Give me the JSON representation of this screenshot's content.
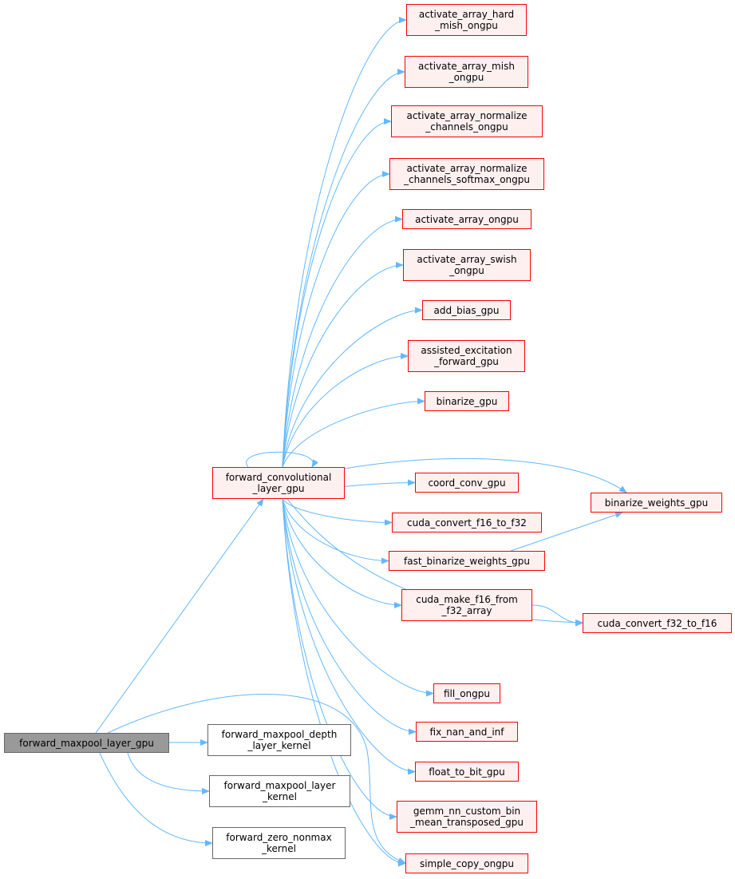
{
  "colors": {
    "edge": "#63b8ff",
    "red_border": "#ff0000",
    "red_fill": "#fff0f0",
    "root_fill": "#999999"
  },
  "nodes": {
    "root": "forward_maxpool_layer_gpu",
    "fcl": "forward_convolutional\n_layer_gpu",
    "depth": "forward_maxpool_depth\n_layer_kernel",
    "lkernel": "forward_maxpool_layer\n_kernel",
    "zero": "forward_zero_nonmax\n_kernel",
    "n1": "activate_array_hard\n_mish_ongpu",
    "n2": "activate_array_mish\n_ongpu",
    "n3": "activate_array_normalize\n_channels_ongpu",
    "n4": "activate_array_normalize\n_channels_softmax_ongpu",
    "n5": "activate_array_ongpu",
    "n6": "activate_array_swish\n_ongpu",
    "n7": "add_bias_gpu",
    "n8": "assisted_excitation\n_forward_gpu",
    "n9": "binarize_gpu",
    "n10": "coord_conv_gpu",
    "n11": "cuda_convert_f16_to_f32",
    "n12": "fast_binarize_weights_gpu",
    "n13": "cuda_make_f16_from\n_f32_array",
    "n14": "fill_ongpu",
    "n15": "fix_nan_and_inf",
    "n16": "float_to_bit_gpu",
    "n17": "gemm_nn_custom_bin\n_mean_transposed_gpu",
    "n18": "simple_copy_ongpu",
    "bw": "binarize_weights_gpu",
    "f32": "cuda_convert_f32_to_f16"
  },
  "edges": [
    [
      "root",
      "fcl"
    ],
    [
      "root",
      "depth"
    ],
    [
      "root",
      "lkernel"
    ],
    [
      "root",
      "zero"
    ],
    [
      "root",
      "n18"
    ],
    [
      "fcl",
      "fcl"
    ],
    [
      "fcl",
      "n1"
    ],
    [
      "fcl",
      "n2"
    ],
    [
      "fcl",
      "n3"
    ],
    [
      "fcl",
      "n4"
    ],
    [
      "fcl",
      "n5"
    ],
    [
      "fcl",
      "n6"
    ],
    [
      "fcl",
      "n7"
    ],
    [
      "fcl",
      "n8"
    ],
    [
      "fcl",
      "n9"
    ],
    [
      "fcl",
      "n10"
    ],
    [
      "fcl",
      "n11"
    ],
    [
      "fcl",
      "n12"
    ],
    [
      "fcl",
      "n13"
    ],
    [
      "fcl",
      "n14"
    ],
    [
      "fcl",
      "n15"
    ],
    [
      "fcl",
      "n16"
    ],
    [
      "fcl",
      "n17"
    ],
    [
      "fcl",
      "n18"
    ],
    [
      "fcl",
      "bw"
    ],
    [
      "fcl",
      "f32"
    ],
    [
      "n12",
      "bw"
    ],
    [
      "n13",
      "f32"
    ]
  ]
}
